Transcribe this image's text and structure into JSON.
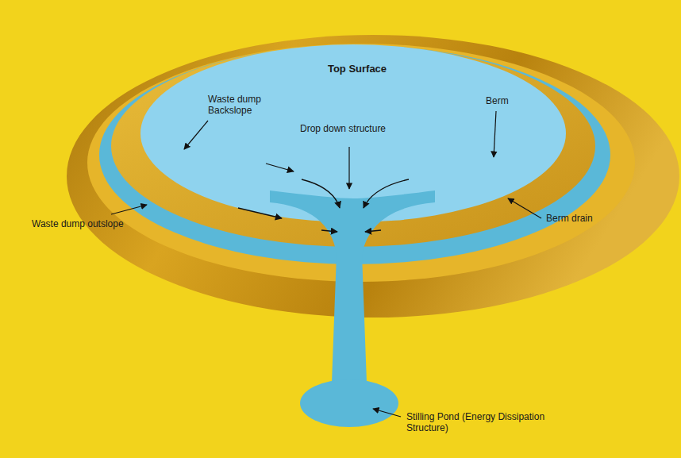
{
  "diagram": {
    "labels": [
      "Top Surface",
      "Waste dump Backslope",
      "Drop down structure",
      "Berm",
      "Berm drain",
      "Waste dump outslope",
      "Stilling Pond (Energy Dissipation Structure)"
    ]
  }
}
